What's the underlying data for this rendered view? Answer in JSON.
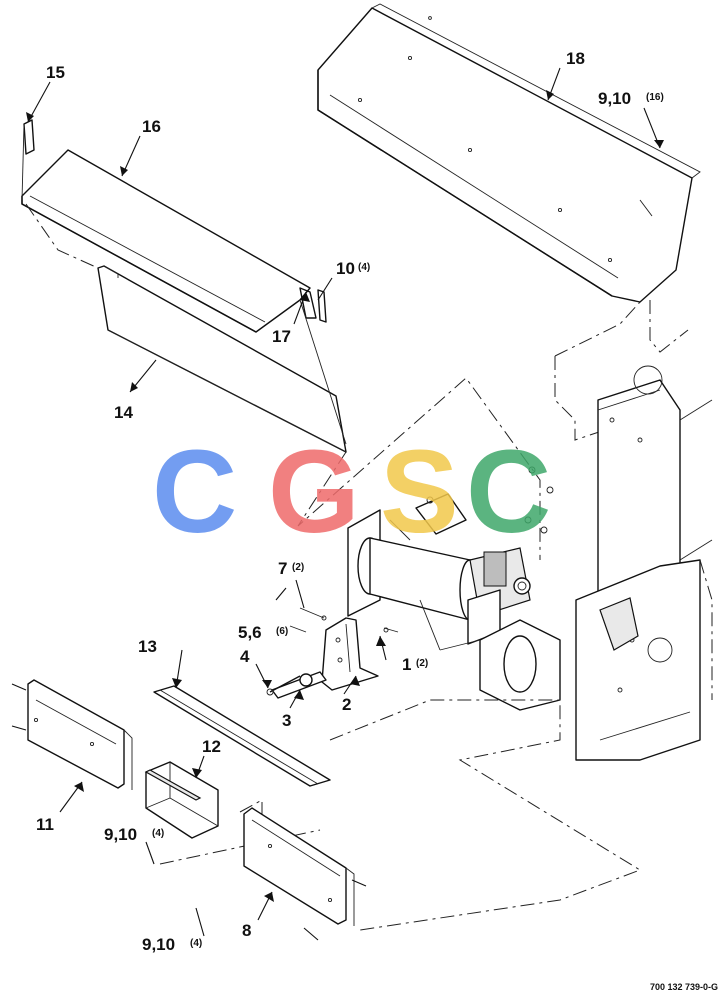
{
  "callouts": {
    "c1": "1",
    "c1q": "(2)",
    "c2": "2",
    "c3": "3",
    "c4": "4",
    "c56": "5,6",
    "c56q": "(6)",
    "c7": "7",
    "c7q": "(2)",
    "c8": "8",
    "c910a": "9,10",
    "c910aq": "(4)",
    "c910b": "9,10",
    "c910bq": "(4)",
    "c910c": "9,10",
    "c910cq": "(16)",
    "c10": "10",
    "c10q": "(4)",
    "c11": "11",
    "c12": "12",
    "c13": "13",
    "c14": "14",
    "c15": "15",
    "c16": "16",
    "c17": "17",
    "c18": "18"
  },
  "drawing_number": "700 132 739-0-G",
  "watermark": {
    "letters": [
      "C",
      "G",
      "S",
      "C"
    ],
    "colors": [
      "#5b8def",
      "#ef6b6b",
      "#f2c84b",
      "#3fa86a"
    ]
  }
}
